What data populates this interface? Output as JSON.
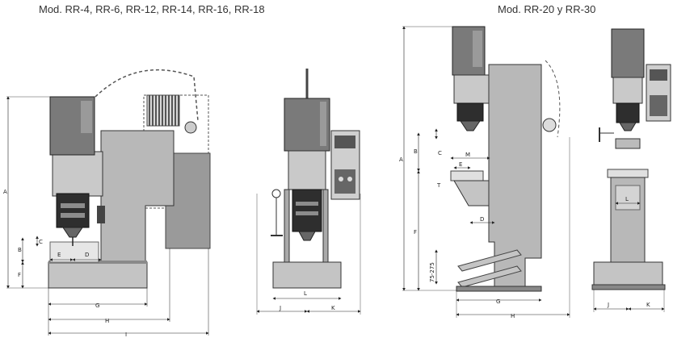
{
  "titles": {
    "left": "Mod. RR-4, RR-6, RR-12, RR-14, RR-16, RR-18",
    "right": "Mod. RR-20 y RR-30"
  },
  "dimension_labels": {
    "A": "A",
    "B": "B",
    "C": "C",
    "D": "D",
    "E": "E",
    "F": "F",
    "G": "G",
    "H": "H",
    "I": "I",
    "J": "J",
    "K": "K",
    "L": "L",
    "M": "M",
    "T": "T",
    "range": "75-275"
  },
  "colors": {
    "body": "#b5b5b5",
    "dark": "#6e6e6e",
    "light": "#e2e2e2",
    "line": "#222222"
  }
}
